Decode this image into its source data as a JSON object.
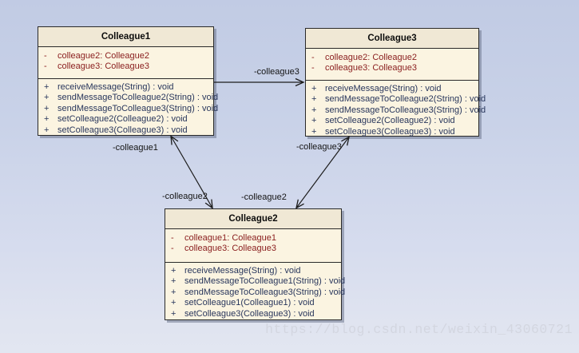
{
  "diagram_type": "uml-class-diagram (Mediator pattern colleagues)",
  "classes": [
    {
      "title": "Colleague1",
      "attributes": [
        {
          "vis": "-",
          "text": "colleague2:  Colleague2"
        },
        {
          "vis": "-",
          "text": "colleague3:  Colleague3"
        }
      ],
      "methods": [
        {
          "vis": "+",
          "text": "receiveMessage(String) : void"
        },
        {
          "vis": "+",
          "text": "sendMessageToColleague2(String) : void"
        },
        {
          "vis": "+",
          "text": "sendMessageToColleague3(String) : void"
        },
        {
          "vis": "+",
          "text": "setColleague2(Colleague2) : void"
        },
        {
          "vis": "+",
          "text": "setColleague3(Colleague3) : void"
        }
      ]
    },
    {
      "title": "Colleague3",
      "attributes": [
        {
          "vis": "-",
          "text": "colleague2:  Colleague2"
        },
        {
          "vis": "-",
          "text": "colleague3:  Colleague3"
        }
      ],
      "methods": [
        {
          "vis": "+",
          "text": "receiveMessage(String) : void"
        },
        {
          "vis": "+",
          "text": "sendMessageToColleague2(String) : void"
        },
        {
          "vis": "+",
          "text": "sendMessageToColleague3(String) : void"
        },
        {
          "vis": "+",
          "text": "setColleague2(Colleague2) : void"
        },
        {
          "vis": "+",
          "text": "setColleague3(Colleague3) : void"
        }
      ]
    },
    {
      "title": "Colleague2",
      "attributes": [
        {
          "vis": "-",
          "text": "colleague1:  Colleague1"
        },
        {
          "vis": "-",
          "text": "colleague3:  Colleague3"
        }
      ],
      "methods": [
        {
          "vis": "+",
          "text": "receiveMessage(String) : void"
        },
        {
          "vis": "+",
          "text": "sendMessageToColleague1(String) : void"
        },
        {
          "vis": "+",
          "text": "sendMessageToColleague3(String) : void"
        },
        {
          "vis": "+",
          "text": "setColleague1(Colleague1) : void"
        },
        {
          "vis": "+",
          "text": "setColleague3(Colleague3) : void"
        }
      ]
    }
  ],
  "edge_labels": {
    "c1_to_c3": "-colleague3",
    "c1_role": "-colleague1",
    "c2_role_left": "-colleague2",
    "c2_role_right": "-colleague2",
    "c3_role": "-colleague3"
  },
  "watermark": "https://blog.csdn.net/weixin_43060721",
  "colors": {
    "background_top": "#c1cbe4",
    "background_bottom": "#e2e6f1",
    "box_header_fill": "#f0e8d5",
    "box_body_fill": "#fbf4e1",
    "box_border": "#2a2a2a",
    "attribute_text": "#8b2020",
    "method_text": "#28365c",
    "edge_line": "#1c1c1c",
    "watermark_text": "#d3d6e0"
  }
}
